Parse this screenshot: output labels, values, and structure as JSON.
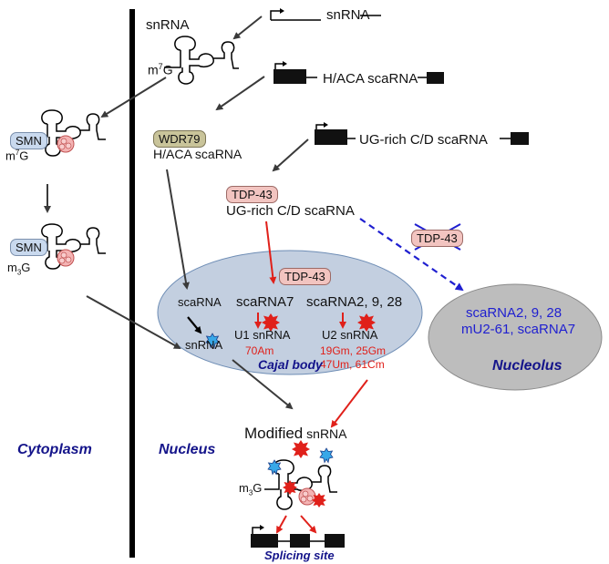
{
  "regions": {
    "cytoplasm": "Cytoplasm",
    "nucleus": "Nucleus",
    "cajal_body": "Cajal body",
    "nucleolus": "Nucleolus"
  },
  "genes": {
    "snrna_gene": "snRNA",
    "haca_gene": "H/ACA scaRNA",
    "ugrich_gene": "UG-rich C/D scaRNA"
  },
  "labels": {
    "snrna_top": "snRNA",
    "m7g_top": "m7G",
    "smn_1": "SMN",
    "m7g_cyto": "m7G",
    "smn_2": "SMN",
    "m3g_cyto": "m3G",
    "wdr79": "WDR79",
    "haca_scarna": "H/ACA scaRNA",
    "tdp43_main": "TDP-43",
    "ugrich_scarna": "UG-rich C/D scaRNA",
    "tdp43_crossed": "TDP-43",
    "tdp43_cajal": "TDP-43",
    "scarna": "scaRNA",
    "snrna_cajal": "snRNA",
    "scarna7": "scaRNA7",
    "u1_snrna": "U1 snRNA",
    "u1_mod": "70Am",
    "scarna2_9_28": "scaRNA2, 9, 28",
    "u2_snrna": "U2 snRNA",
    "u2_mod_1": "19Gm, 25Gm",
    "u2_mod_2": "47Um, 61Cm",
    "nucleolus_line1": "scaRNA2, 9, 28",
    "nucleolus_line2": "mU2-61, scaRNA7",
    "modified_snrna_a": "Modified",
    "modified_snrna_b": "snRNA",
    "m3g_bottom": "m3G",
    "splicing_site": "Splicing site"
  },
  "colors": {
    "cajal_fill": "#c3cfe0",
    "nucleolus_fill": "#bdbdbd",
    "red_arrow": "#e0201a",
    "blue_arrow": "#1f1fd0",
    "gray_arrow": "#3a3a3a",
    "smn_fill": "#c9d9ee",
    "wdr79_fill": "#c9c49a",
    "tdp43_fill": "#f2c4c0",
    "sm_ring": "#f0a8a8"
  },
  "icons": [
    "promoter-arrow-icon",
    "exon-box-icon",
    "rna-hairpin-icon",
    "sm-ring-icon",
    "red-star-icon",
    "blue-star-icon",
    "cross-out-icon"
  ]
}
